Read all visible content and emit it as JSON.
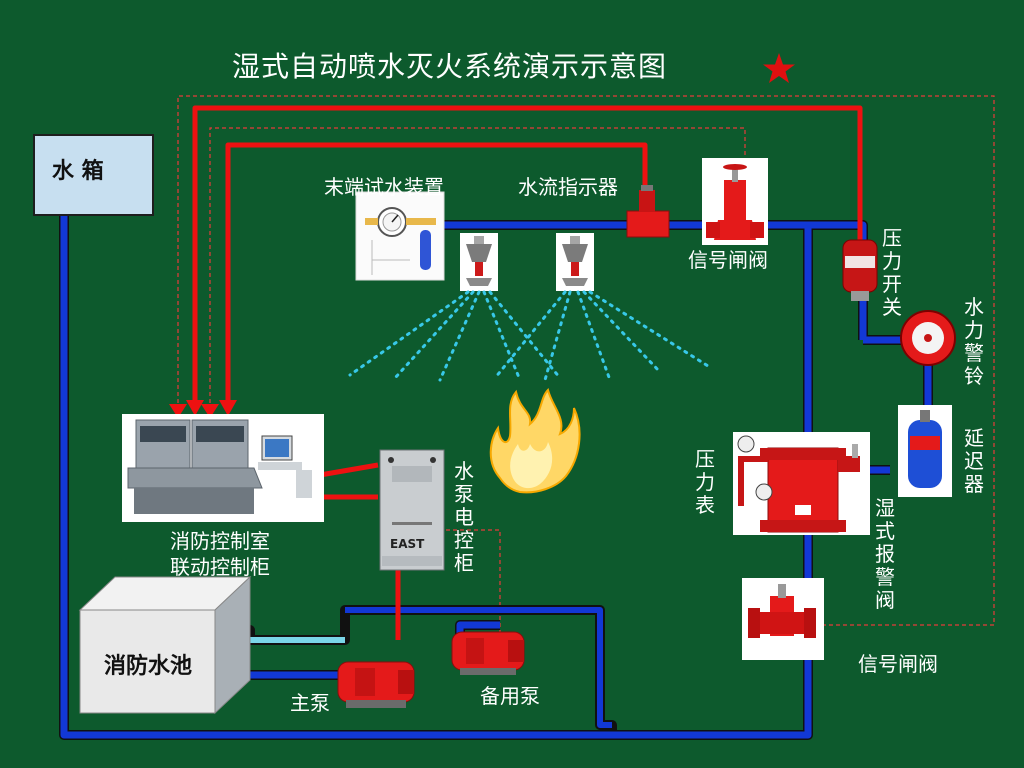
{
  "title": "湿式自动喷水灭火系统演示示意图",
  "labels": {
    "water_tank": "水  箱",
    "end_test": "末端试水装置",
    "flow_indicator": "水流指示器",
    "signal_valve_top": "信号闸阀",
    "pressure_switch": "压力开关",
    "water_bell": "水力警铃",
    "delay": "延迟器",
    "pressure_gauge": "压力表",
    "alarm_valve": "湿式报警阀",
    "signal_valve_bottom": "信号闸阀",
    "pump_control": "水泵电控柜",
    "control_room_line1": "消防控制室",
    "control_room_line2": "联动控制柜",
    "fire_pool": "消防水池",
    "main_pump": "主泵",
    "standby_pump": "备用泵"
  },
  "cabinet_brand": "EAST",
  "colors": {
    "background": "#0d5a2d",
    "water_pipe": "#1238d6",
    "signal_line": "#ee1111",
    "spray": "#38c8e8",
    "equipment": "#e41a1a"
  }
}
